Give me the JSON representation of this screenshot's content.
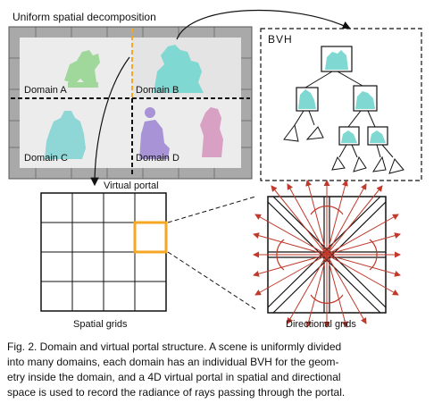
{
  "figure": {
    "title": "Uniform spatial decomposition",
    "domains": [
      "Domain A",
      "Domain B",
      "Domain C",
      "Domain D"
    ],
    "bvh_label": "BVH",
    "virtual_portal_label": "Virtual portal",
    "spatial_grids_label": "Spatial grids",
    "directional_grids_label": "Directional grids",
    "colors": {
      "domain_a": "#9fd89a",
      "domain_b": "#7fd8d2",
      "domain_c": "#8fd6d6",
      "domain_d_figure": "#a893d6",
      "domain_d_vase": "#d8a0c2",
      "portal_highlight": "#f5a623",
      "direction_arrows": "#c0392b"
    }
  },
  "caption": {
    "lines": [
      "Fig. 2.  Domain and virtual portal structure. A scene is uniformly divided",
      "into many domains, each domain has an individual BVH for the geom-",
      "etry inside the domain, and a 4D virtual portal in spatial and directional",
      "space is used to record the radiance of rays passing through the portal."
    ]
  }
}
